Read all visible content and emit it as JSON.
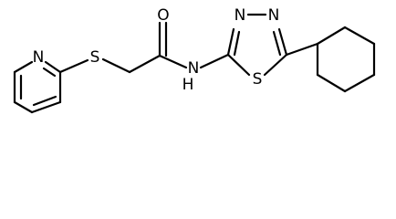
{
  "molecule": {
    "atom_labels": {
      "n_pyridine": "N",
      "s_thioether": "S",
      "o_carbonyl": "O",
      "n_amide": "N",
      "h_amide": "H",
      "n_ring_left": "N",
      "n_ring_right": "N",
      "s_ring": "S"
    },
    "colors": {
      "bond": "#000000",
      "text": "#000000",
      "background": "#ffffff"
    }
  }
}
